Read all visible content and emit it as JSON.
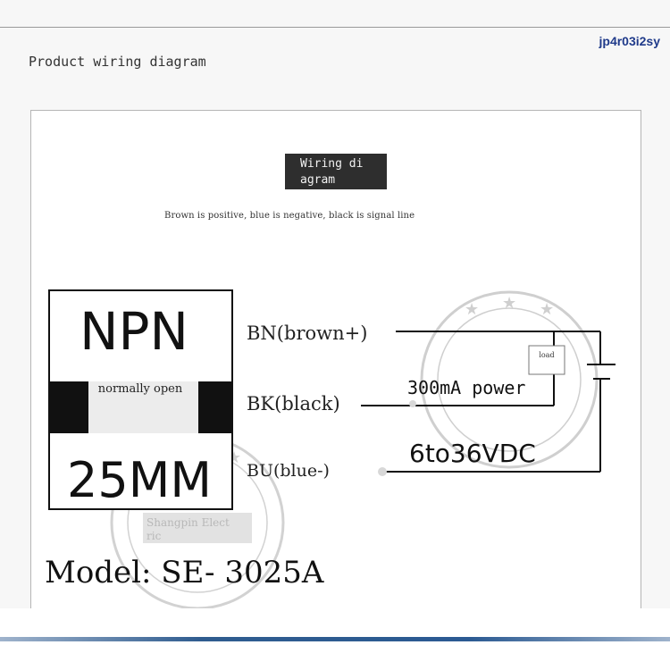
{
  "watermark_code": "jp4r03i2sy",
  "section_title": "Product wiring diagram",
  "wiring_label": {
    "line1": "Wiring di",
    "line2": "agram"
  },
  "note": "Brown is positive, blue is negative, black is signal line",
  "sensor": {
    "type": "NPN",
    "mode": "normally open",
    "size": "25MM"
  },
  "wires": {
    "brown": "BN(brown+)",
    "black": "BK(black)",
    "blue": "BU(blue-)"
  },
  "load_label": "load",
  "power_label": "300mA power",
  "voltage_label": "6to36VDC",
  "stamp_text": {
    "line1": "Shangpin Elect",
    "line2": "ric"
  },
  "model": "Model: SE- 3025A",
  "colors": {
    "stamp": "#c9c9c9",
    "wire": "#111111"
  }
}
